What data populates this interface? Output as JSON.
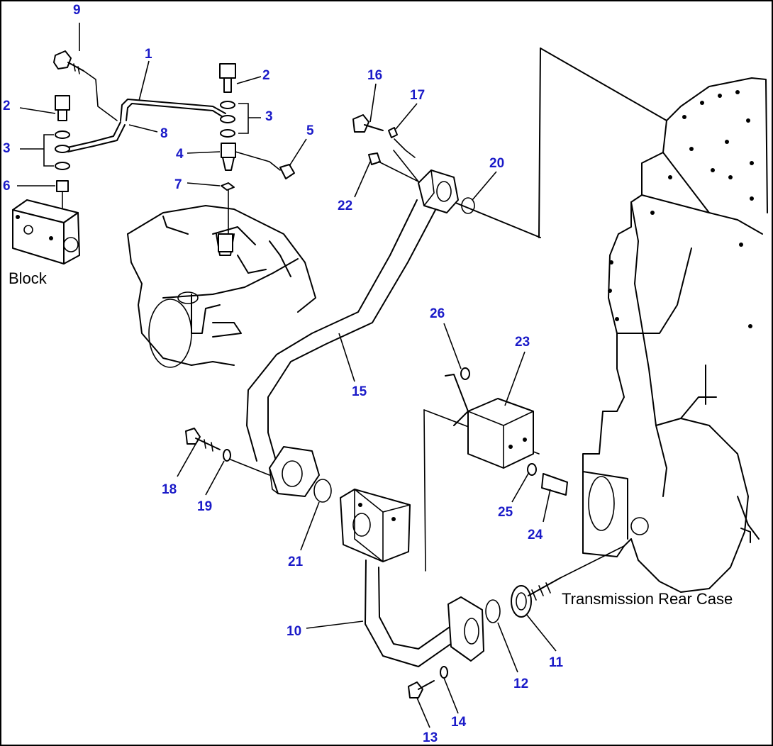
{
  "labels": {
    "block": "Block",
    "transmission_rear_case": "Transmission Rear Case"
  },
  "callouts": [
    "9",
    "1",
    "2",
    "2",
    "3",
    "3",
    "5",
    "4",
    "8",
    "7",
    "6",
    "16",
    "17",
    "20",
    "22",
    "15",
    "26",
    "23",
    "18",
    "19",
    "21",
    "25",
    "24",
    "10",
    "12",
    "11",
    "13",
    "14"
  ],
  "colors": {
    "callout": "#1a1ac8",
    "line": "#000000",
    "background": "#ffffff"
  }
}
